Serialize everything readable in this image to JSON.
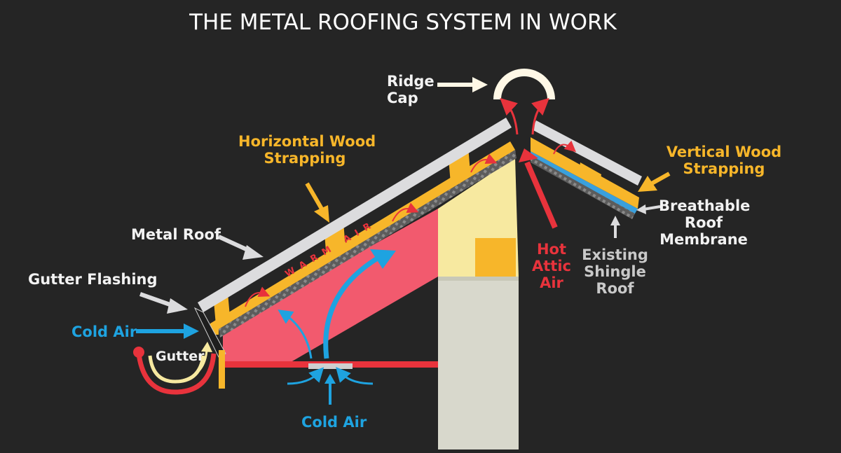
{
  "title": "THE METAL ROOFING SYSTEM IN WORK",
  "labels": {
    "ridge_cap": [
      "Ridge",
      "Cap"
    ],
    "horizontal_strapping": [
      "Horizontal Wood",
      "Strapping"
    ],
    "vertical_strapping": [
      "Vertical Wood",
      "Strapping"
    ],
    "metal_roof": "Metal Roof",
    "gutter_flashing": "Gutter Flashing",
    "cold_air_left": "Cold Air",
    "gutter": "Gutter",
    "cold_air_bottom": "Cold Air",
    "hot_attic_air": [
      "Hot",
      "Attic",
      "Air"
    ],
    "existing_shingle_roof": [
      "Existing",
      "Shingle",
      "Roof"
    ],
    "breathable_membrane": [
      "Breathable",
      "Roof",
      "Membrane"
    ],
    "warm_air": "WARM AIR"
  },
  "colors": {
    "background": "#252525",
    "metal_roof": "#dcdcde",
    "strapping": "#f7b62a",
    "attic": "#f25a6e",
    "hot_air": "#e8333c",
    "cold_air": "#1ea3e0",
    "wall": "#f7e9a0",
    "wall_lower": "#d8d8cc",
    "shingle": "#6b6b6b",
    "membrane": "#3aa0dc",
    "ridge_cap": "#fff8e6"
  }
}
